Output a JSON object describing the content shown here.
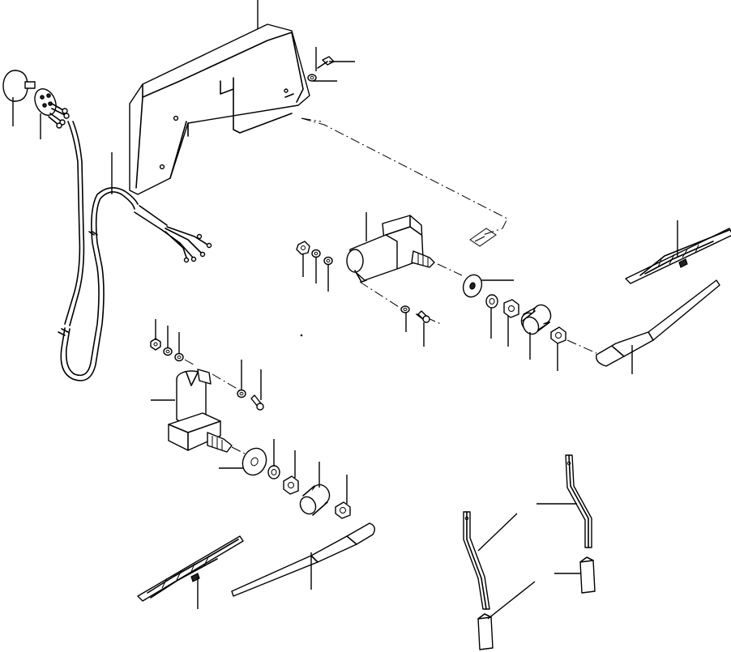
{
  "diagram": {
    "parts": [
      "wiper-switch-knob",
      "wiper-switch",
      "wiring-harness",
      "motor-bracket",
      "bolt",
      "washer",
      "nut",
      "front-wiper-motor",
      "rear-wiper-motor",
      "seal-washer",
      "spacer",
      "wiper-blade",
      "wiper-arm",
      "mounting-strap",
      "rubber-sleeve"
    ],
    "line_color": "#000000",
    "background": "#ffffff"
  }
}
